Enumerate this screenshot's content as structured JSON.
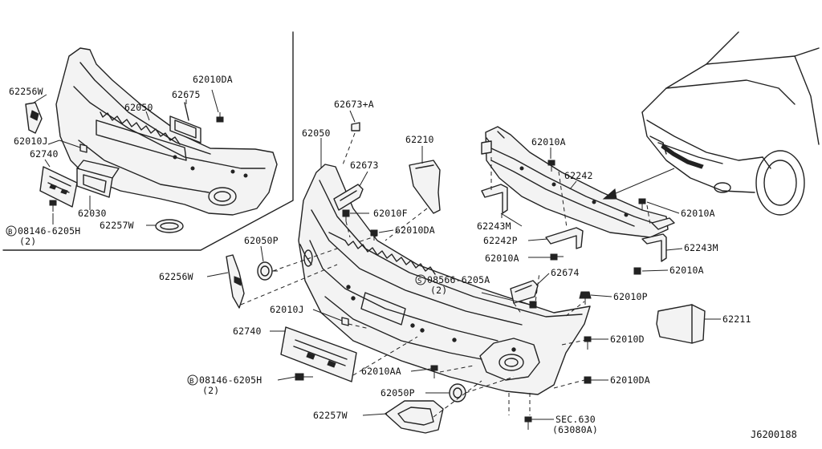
{
  "diagram_code": "J6200188",
  "labels": {
    "p62256w_inset": "62256W",
    "p62050_inset": "62050",
    "p62675": "62675",
    "p62010da_inset": "62010DA",
    "p62010j_inset": "62010J",
    "p62740_inset": "62740",
    "p62030": "62030",
    "p62257w_inset": "62257W",
    "p08146_inset": "08146-6205H",
    "p08146_inset_qty": "(2)",
    "p62673a": "62673+A",
    "p62050_main": "62050",
    "p62210": "62210",
    "p62673": "62673",
    "p62010f": "62010F",
    "p62010da_main": "62010DA",
    "p62050p_upper": "62050P",
    "p62256w_main": "62256W",
    "p62010a_top": "62010A",
    "p62242": "62242",
    "p62243m_left": "62243M",
    "p62242p": "62242P",
    "p62010a_left": "62010A",
    "p62010a_right": "62010A",
    "p62243m_right": "62243M",
    "p62010a_right2": "62010A",
    "p08566": "08566-6205A",
    "p08566_qty": "(2)",
    "p62674": "62674",
    "p62010p": "62010P",
    "p62010j_main": "62010J",
    "p62211": "62211",
    "p62740_main": "62740",
    "p62010d": "62010D",
    "p62010aa": "62010AA",
    "p62010da_lower": "62010DA",
    "p08146_main": "08146-6205H",
    "p08146_main_qty": "(2)",
    "p62050p_lower": "62050P",
    "p62257w_main": "62257W",
    "sec630": "SEC.630",
    "sec630_sub": "(63080A)",
    "marker_b": "B",
    "marker_s": "S"
  }
}
